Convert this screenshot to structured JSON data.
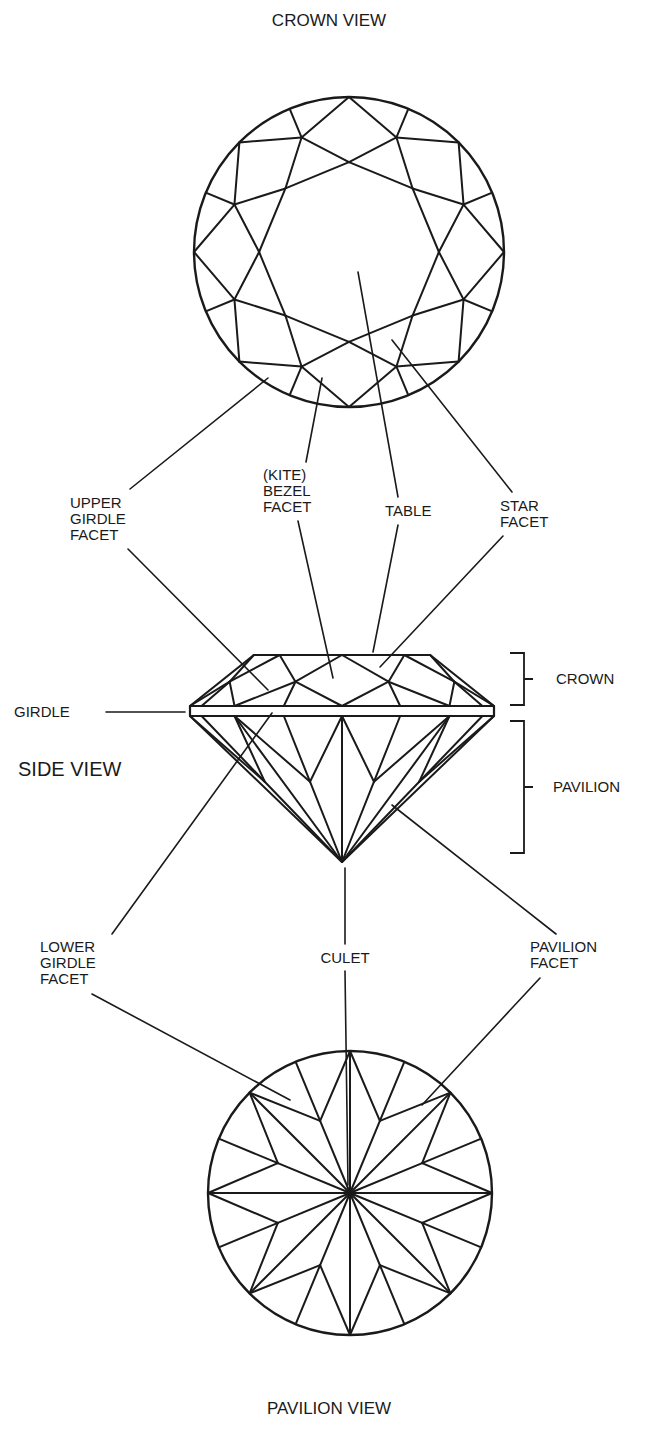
{
  "diagram": {
    "labels": [
      "CROWN VIEW",
      "UPPER GIRDLE FACET",
      "(KITE) BEZEL FACET",
      "TABLE",
      "STAR FACET",
      "CROWN",
      "GIRDLE",
      "SIDE VIEW",
      "PAVILION",
      "LOWER GIRDLE FACET",
      "CULET",
      "PAVILION FACET",
      "PAVILION VIEW"
    ]
  }
}
